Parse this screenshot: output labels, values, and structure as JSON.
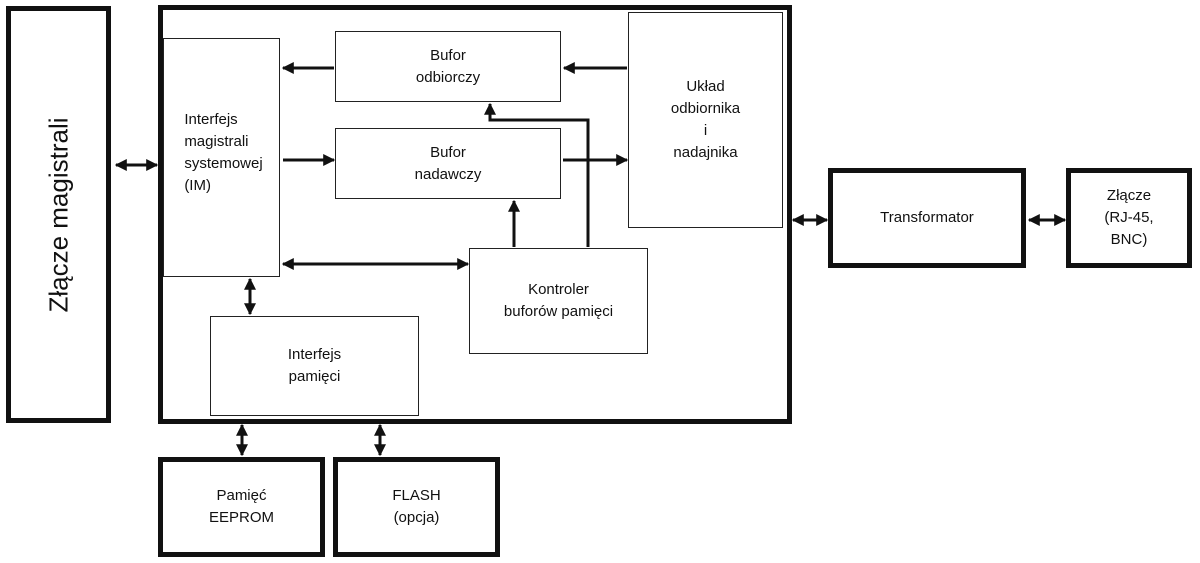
{
  "blocks": {
    "bus_connector": "Złącze magistrali",
    "system_bus_interface": "Interfejs\nmagistrali\nsystemowej\n (IM)",
    "receive_buffer": "Bufor\nodbiorczy",
    "transmit_buffer": "Bufor\nnadawczy",
    "transceiver": "Układ\nodbiornika\ni\nnadajnika",
    "buffer_controller": "Kontroler\nbuforów pamięci",
    "memory_interface": "Interfejs\npamięci",
    "eeprom": "Pamięć\nEEPROM",
    "flash": "FLASH\n(opcja)",
    "transformer": "Transformator",
    "connector": "Złącze\n(RJ-45,\nBNC)"
  },
  "colors": {
    "line": "#111111",
    "background": "#ffffff"
  }
}
